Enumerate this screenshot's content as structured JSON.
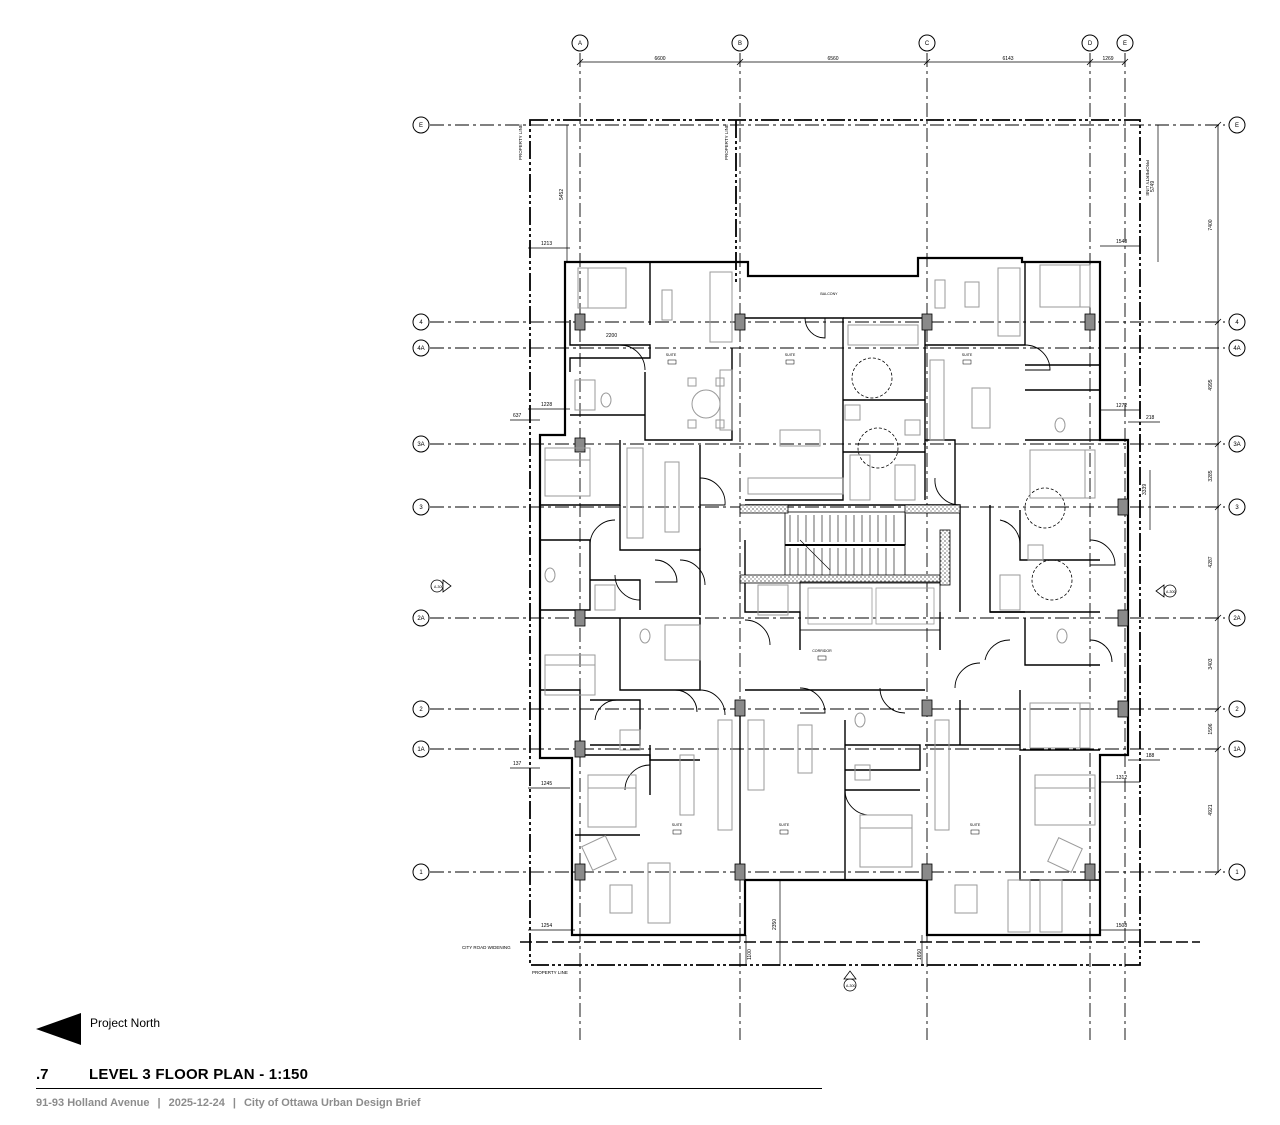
{
  "drawing": {
    "column_grid": [
      "A",
      "B",
      "C",
      "D",
      "E"
    ],
    "row_grid": [
      "E",
      "4",
      "4A",
      "3A",
      "3",
      "2A",
      "2",
      "1A",
      "1"
    ],
    "column_spacing": [
      "6600",
      "6560",
      "6143",
      "1269"
    ],
    "row_spacing": [
      "7400",
      "4995",
      "3285",
      "4287",
      "3403",
      "1596",
      "4921"
    ],
    "labels": {
      "property_line": "PROPERTY LINE",
      "city_road_widening": "CITY ROAD WIDENING",
      "balcony": "BALCONY",
      "corridor": "CORRIDOR",
      "suite": "SUITE"
    },
    "side_yard_dims": {
      "left": [
        "1213",
        "1228",
        "637",
        "137",
        "1245",
        "1254"
      ],
      "right": [
        "1548",
        "1272",
        "218",
        "188",
        "1312",
        "1508"
      ]
    },
    "yard_dims": {
      "top_left": "5452",
      "top_right": "5749",
      "bottom_left": "2350",
      "bottom_b": "1100",
      "bottom_c": "1650",
      "right_3": "3339",
      "inner": "2200"
    },
    "section_markers": [
      "A-300",
      "A-300",
      "A-300"
    ]
  },
  "legend": {
    "north_label": "Project North"
  },
  "title_block": {
    "sheet_number": ".7",
    "title": "LEVEL 3 FLOOR PLAN - 1:150"
  },
  "footer": {
    "address": "91-93 Holland Avenue",
    "date": "2025-12-24",
    "document": "City of Ottawa Urban Design Brief"
  },
  "colors": {
    "line": "#000000",
    "fixture": "#9a9a9a",
    "footer_text": "#8c8c8c"
  }
}
